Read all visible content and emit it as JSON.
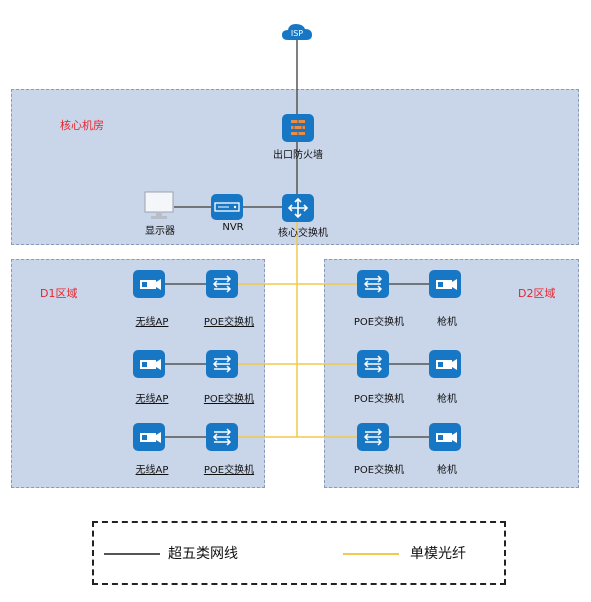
{
  "zones": {
    "core": "核心机房",
    "d1": "D1区域",
    "d2": "D2区域"
  },
  "devices": {
    "isp": "ISP",
    "firewall": "出口防火墙",
    "monitor": "显示器",
    "nvr": "NVR",
    "core_switch": "核心交换机"
  },
  "d1_rows": [
    {
      "ap": "无线AP",
      "switch": "POE交换机"
    },
    {
      "ap": "无线AP",
      "switch": "POE交换机"
    },
    {
      "ap": "无线AP",
      "switch": "POE交换机"
    }
  ],
  "d2_rows": [
    {
      "switch": "POE交换机",
      "camera": "枪机"
    },
    {
      "switch": "POE交换机",
      "camera": "枪机"
    },
    {
      "switch": "POE交换机",
      "camera": "枪机"
    }
  ],
  "legend": {
    "copper": "超五类网线",
    "fiber": "单模光纤"
  },
  "colors": {
    "device_blue": "#1777c4",
    "zone_fill": "#c9d6ea",
    "fiber_line": "#f2c94c",
    "copper_line": "#555555",
    "zone_title": "#e8232b"
  }
}
